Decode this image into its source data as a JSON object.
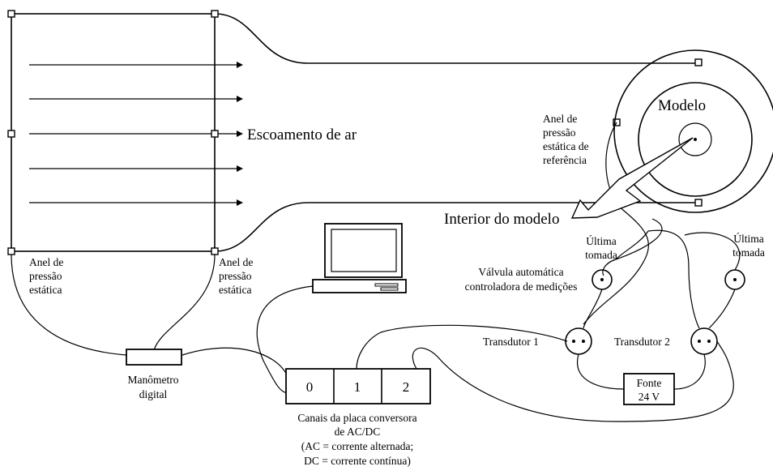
{
  "labels": {
    "air_flow": "Escoamento de ar",
    "model": "Modelo",
    "ref_ring": [
      "Anel de",
      "pressão",
      "estática de",
      "referência"
    ],
    "model_interior": "Interior do modelo",
    "static_ring_left": [
      "Anel de",
      "pressão",
      "estática"
    ],
    "static_ring_mid": [
      "Anel de",
      "pressão",
      "estática"
    ],
    "last_tap_1": [
      "Última",
      "tomada"
    ],
    "last_tap_2": [
      "Última",
      "tomada"
    ],
    "valve": [
      "Válvula automática",
      "controladora de medições"
    ],
    "transducer_1": "Transdutor 1",
    "transducer_2": "Transdutor 2",
    "power_supply": [
      "Fonte",
      "24 V"
    ],
    "manometer": [
      "Manômetro",
      "digital"
    ],
    "channels": [
      "0",
      "1",
      "2"
    ],
    "converter": [
      "Canais da placa conversora",
      "de AC/DC",
      "(AC = corrente alternada;",
      "DC = corrente contínua)"
    ]
  }
}
